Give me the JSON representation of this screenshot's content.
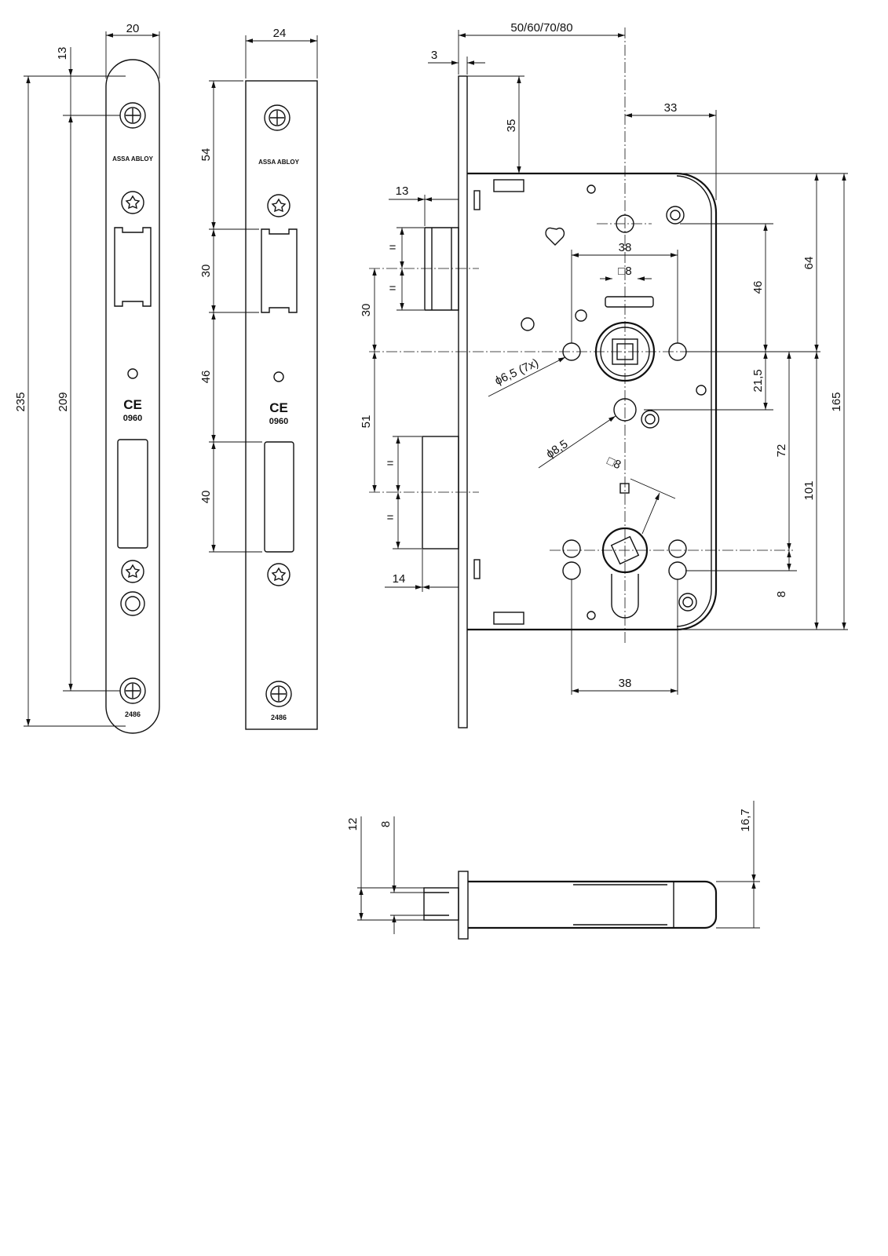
{
  "faceplate_round": {
    "brand": "ASSA ABLOY",
    "ce_mark": "CE",
    "ce_number": "0960",
    "part_number": "2486",
    "dimensions": {
      "width": "20",
      "top_offset": "13",
      "total_length": "235",
      "screw_span": "209"
    }
  },
  "faceplate_square": {
    "brand": "ASSA ABLOY",
    "ce_mark": "CE",
    "ce_number": "0960",
    "part_number": "2486",
    "dimensions": {
      "width": "24",
      "top_to_latch": "54",
      "latch_height": "30",
      "latch_to_bolt": "46",
      "bolt_height": "40"
    }
  },
  "lock_body": {
    "dimensions": {
      "backset": "50/60/70/80",
      "faceplate_thickness": "3",
      "top_to_case": "35",
      "follower_to_edge": "33",
      "latch_projection": "13",
      "bolt_projection": "14",
      "latch_offset": "30",
      "latch_to_bolt": "51",
      "equal_mark": "=",
      "hole_spacing_top": "38",
      "hole_spacing_bottom": "38",
      "follower_square": "□8",
      "cylinder_square": "□8",
      "hole_dia": "ϕ6,5 (7x)",
      "hole_dia_2": "ϕ8,5",
      "top_hole_to_follower": "64",
      "case_height": "165",
      "follower_to_hole": "46",
      "follower_to_lower_hole": "21,5",
      "follower_to_cylinder": "72",
      "upper_hole_to_cylinder": "101",
      "cylinder_hole_spacing": "8"
    }
  },
  "side_view": {
    "dimensions": {
      "latch_height": "12",
      "latch_width": "8",
      "case_thickness": "16,7"
    }
  }
}
